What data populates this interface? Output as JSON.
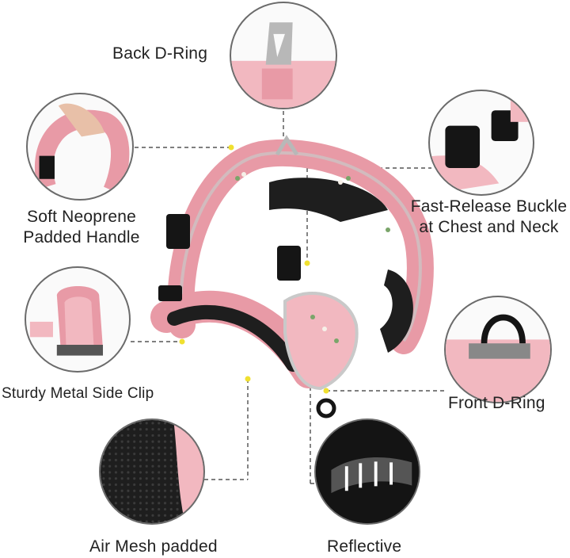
{
  "labels": {
    "back_d_ring": "Back D-Ring",
    "handle_line1": "Soft Neoprene",
    "handle_line2": "Padded Handle",
    "buckle_line1": "Fast-Release Buckle",
    "buckle_line2": "at Chest  and Neck",
    "side_clip": "Sturdy Metal Side Clip",
    "front_d_ring": "Front D-Ring",
    "air_mesh": "Air Mesh padded",
    "reflective": "Reflective"
  },
  "colors": {
    "harness_pink": "#f2b8c0",
    "strap_pink": "#e89aa6",
    "reflective_gray": "#c9c9c9",
    "mesh_black": "#1e1e1e",
    "buckle_black": "#151515",
    "metal_silver": "#b8b8b8",
    "leader_line": "#333333",
    "marker_yellow": "#f0e030"
  }
}
